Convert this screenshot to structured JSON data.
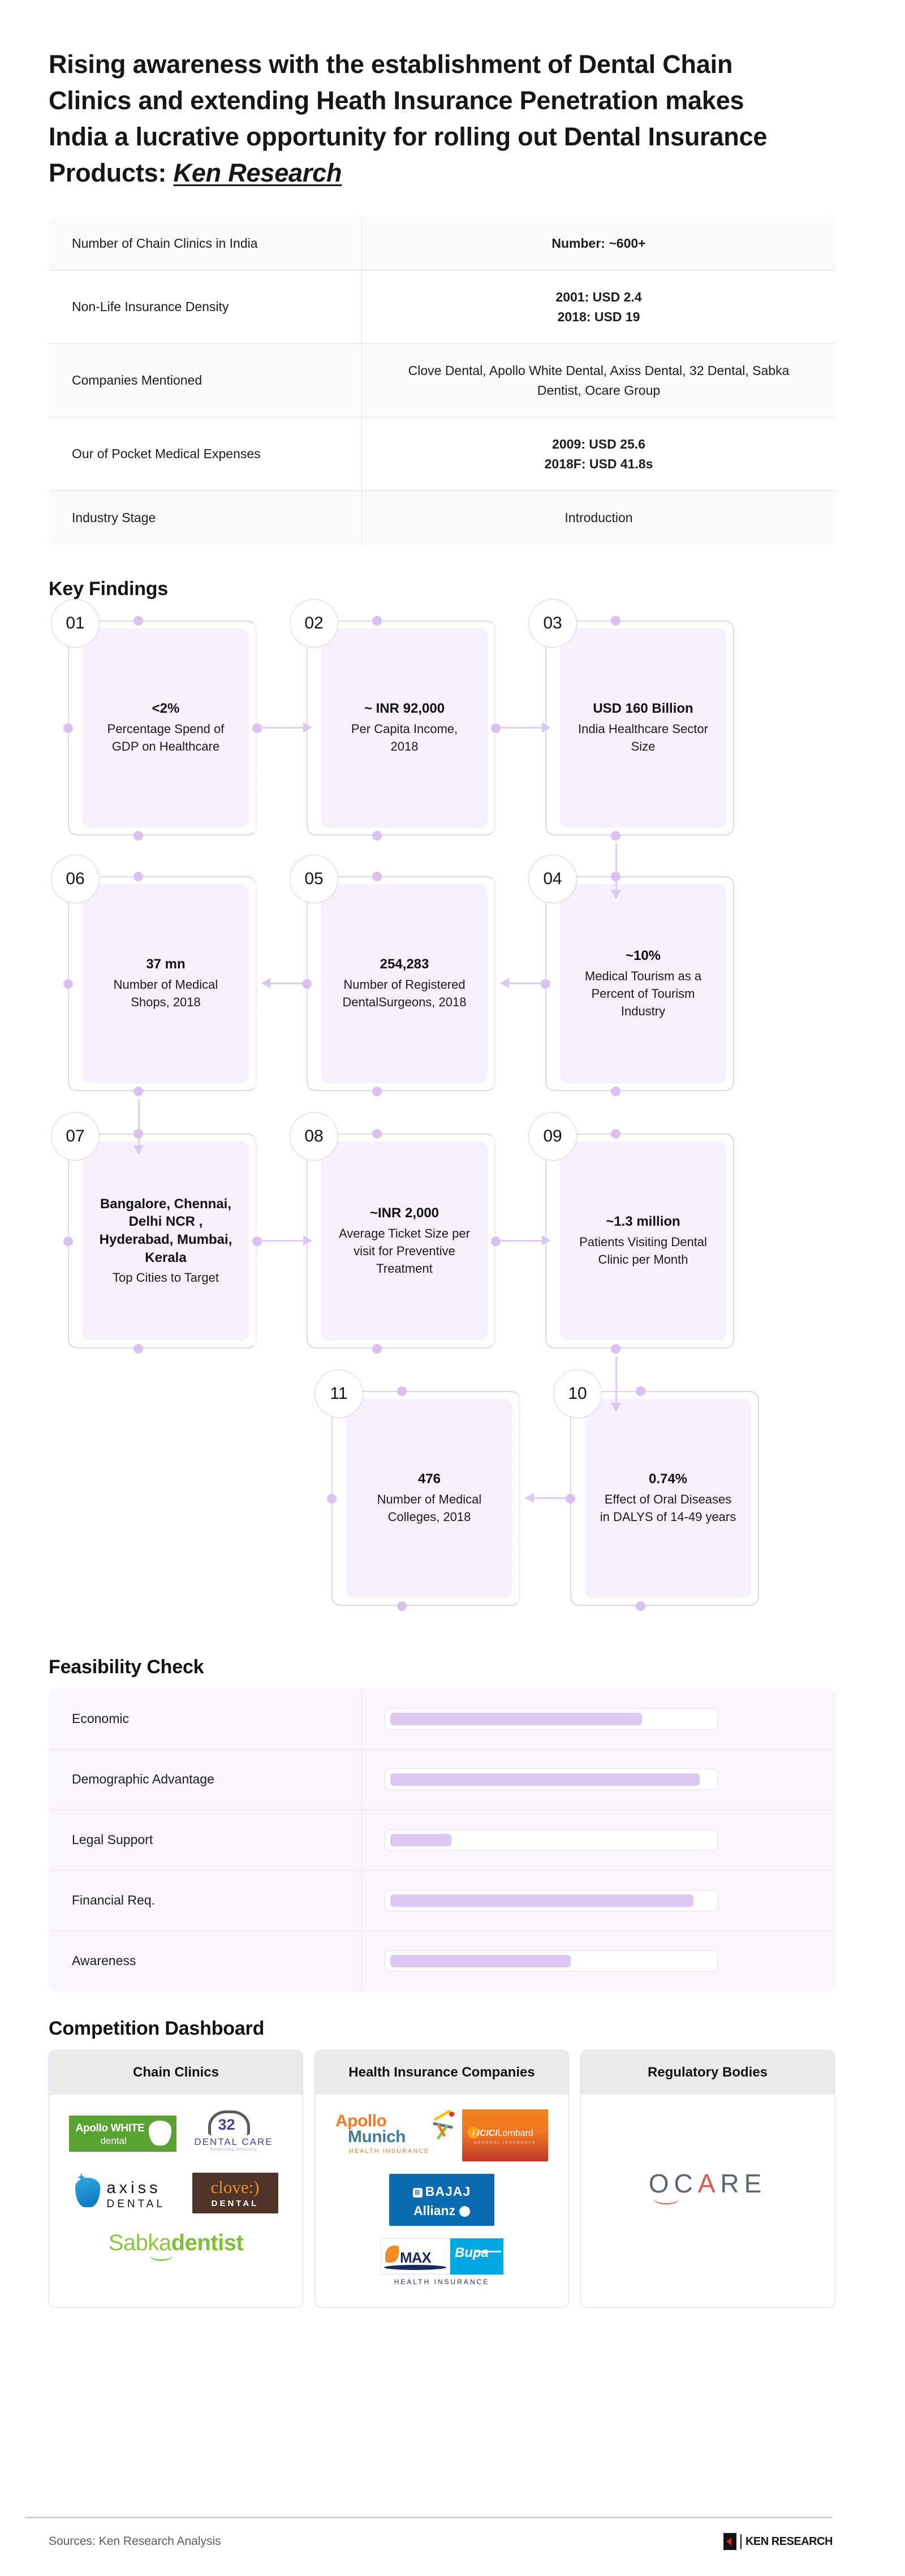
{
  "title": {
    "line1": "Rising awareness with the establishment of Dental Chain Clinics and extending Heath Insurance Penetration makes India a lucrative opportunity for rolling out Dental Insurance Products: ",
    "brand": "Ken Research"
  },
  "summary_table": {
    "rows": [
      {
        "key": "Number of Chain Clinics in India",
        "value_lines": [
          {
            "text": "Number: ~600+",
            "bold": true
          }
        ]
      },
      {
        "key": "Non-Life Insurance Density",
        "value_lines": [
          {
            "text": "2001: USD 2.4",
            "bold": true
          },
          {
            "text": "2018: USD 19",
            "bold": true
          }
        ]
      },
      {
        "key": "Companies Mentioned",
        "value_lines": [
          {
            "text": "Clove Dental, Apollo White Dental, Axiss Dental, 32 Dental, Sabka Dentist, Ocare Group",
            "bold": false
          }
        ]
      },
      {
        "key": "Our of Pocket Medical Expenses",
        "value_lines": [
          {
            "text": "2009: USD 25.6",
            "bold": true
          },
          {
            "text": "2018F: USD 41.8s",
            "bold": true
          }
        ]
      },
      {
        "key": "Industry Stage",
        "value_lines": [
          {
            "text": "Introduction",
            "bold": false
          }
        ]
      }
    ]
  },
  "sections": {
    "key_findings": "Key Findings",
    "feasibility": "Feasibility Check",
    "competition": "Competition Dashboard"
  },
  "key_findings": {
    "cards": [
      {
        "num": "01",
        "big": "<2%",
        "desc": "Percentage Spend of GDP on Healthcare"
      },
      {
        "num": "02",
        "big": "~ INR 92,000",
        "desc": "Per Capita Income, 2018"
      },
      {
        "num": "03",
        "big": "USD 160 Billion",
        "desc": "India Healthcare Sector Size"
      },
      {
        "num": "06",
        "big": "37 mn",
        "desc": "Number of Medical Shops, 2018"
      },
      {
        "num": "05",
        "big": "254,283",
        "desc": "Number of Registered DentalSurgeons, 2018"
      },
      {
        "num": "04",
        "big": "~10%",
        "desc": "Medical Tourism as a Percent of Tourism Industry"
      },
      {
        "num": "07",
        "big": "Bangalore, Chennai, Delhi NCR , Hyderabad, Mumbai, Kerala",
        "desc": "Top Cities to Target"
      },
      {
        "num": "08",
        "big": "~INR 2,000",
        "desc": "Average Ticket Size per visit for Preventive Treatment"
      },
      {
        "num": "09",
        "big": "~1.3 million",
        "desc": "Patients Visiting Dental Clinic per Month"
      },
      {
        "num": "11",
        "big": "476",
        "desc": "Number of Medical Colleges, 2018"
      },
      {
        "num": "10",
        "big": "0.74%",
        "desc": "Effect of Oral Diseases in DALYS of 14-49 years"
      }
    ]
  },
  "chart_data": {
    "type": "bar",
    "title": "Feasibility Check",
    "categories": [
      "Economic",
      "Demographic Advantage",
      "Legal Support",
      "Financial Req.",
      "Awareness"
    ],
    "values": [
      78,
      96,
      19,
      94,
      56
    ],
    "xlabel": "",
    "ylabel": "",
    "ylim": [
      0,
      100
    ],
    "grid": false,
    "legend": "none",
    "bar_color": "#ddc8f4",
    "track_color": "#ffffff"
  },
  "competition": {
    "columns": [
      {
        "header": "Chain Clinics",
        "logos": [
          {
            "name": "apollo-white-dental-logo",
            "line1": "Apollo ",
            "line1b": "WHITE",
            "line2": "dental"
          },
          {
            "name": "32-dental-care-logo",
            "num": "32",
            "label": "DENTAL CARE",
            "tagline": "Redefining Dentistry"
          },
          {
            "name": "axiss-dental-logo",
            "word1": "axiss",
            "word2": "DENTAL"
          },
          {
            "name": "clove-dental-logo",
            "word1": "clove:)",
            "word2": "DENTAL"
          },
          {
            "name": "sabka-dentist-logo",
            "word1": "Sabka",
            "word2": "dentist"
          }
        ]
      },
      {
        "header": "Health Insurance Companies",
        "logos": [
          {
            "name": "apollo-munich-logo",
            "word1": "Apollo",
            "word2": "Munich",
            "word3": "HEALTH INSURANCE"
          },
          {
            "name": "icici-lombard-logo",
            "word1": "ICICI",
            "word1b": "Lombard",
            "sub": "GENERAL INSURANCE"
          },
          {
            "name": "bajaj-allianz-logo",
            "row1": "BAJAJ",
            "row2": "Allianz",
            "badge": "B"
          },
          {
            "name": "max-bupa-logo",
            "left": "MAX",
            "right": "Bupa",
            "caption": "HEALTH INSURANCE"
          }
        ]
      },
      {
        "header": "Regulatory Bodies",
        "logos": [
          {
            "name": "ocare-logo",
            "o": "O",
            "c": "C",
            "a": "A",
            "r": "R",
            "e": "E"
          }
        ]
      }
    ]
  },
  "footer": {
    "source": "Sources: Ken Research Analysis",
    "logo_text": "KEN RESEARCH"
  },
  "colors": {
    "accent_purple": "#ddc8f4",
    "card_bg": "#f5f0fc",
    "border_purple": "#e3d5f5",
    "feas_bg": "#faf6fe"
  }
}
